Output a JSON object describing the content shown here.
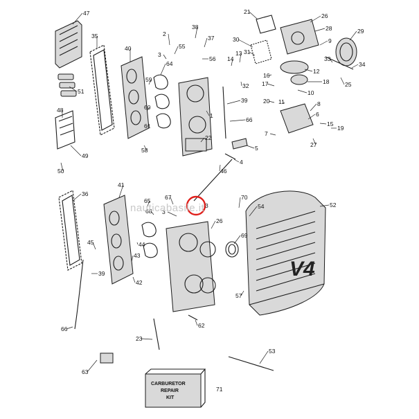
{
  "diagram": {
    "watermark": "nauticabasile.it",
    "cover_badge": "V4",
    "kit_box": {
      "line1": "CARBURETOR",
      "line2": "REPAIR",
      "line3": "KIT",
      "ref": "71"
    },
    "highlight_ref": "3",
    "callouts": [
      {
        "id": "47"
      },
      {
        "id": "35"
      },
      {
        "id": "40"
      },
      {
        "id": "2"
      },
      {
        "id": "38"
      },
      {
        "id": "55"
      },
      {
        "id": "37"
      },
      {
        "id": "3a"
      },
      {
        "id": "56"
      },
      {
        "id": "64"
      },
      {
        "id": "59"
      },
      {
        "id": "51"
      },
      {
        "id": "48"
      },
      {
        "id": "60"
      },
      {
        "id": "61"
      },
      {
        "id": "1"
      },
      {
        "id": "39a"
      },
      {
        "id": "22"
      },
      {
        "id": "66a"
      },
      {
        "id": "49"
      },
      {
        "id": "58"
      },
      {
        "id": "50"
      },
      {
        "id": "5"
      },
      {
        "id": "4"
      },
      {
        "id": "21"
      },
      {
        "id": "26"
      },
      {
        "id": "30"
      },
      {
        "id": "31"
      },
      {
        "id": "28"
      },
      {
        "id": "29"
      },
      {
        "id": "9"
      },
      {
        "id": "33"
      },
      {
        "id": "13"
      },
      {
        "id": "14"
      },
      {
        "id": "16"
      },
      {
        "id": "12"
      },
      {
        "id": "34"
      },
      {
        "id": "32"
      },
      {
        "id": "17"
      },
      {
        "id": "18"
      },
      {
        "id": "25"
      },
      {
        "id": "10"
      },
      {
        "id": "20"
      },
      {
        "id": "11"
      },
      {
        "id": "8"
      },
      {
        "id": "6"
      },
      {
        "id": "7"
      },
      {
        "id": "15"
      },
      {
        "id": "19"
      },
      {
        "id": "27"
      },
      {
        "id": "46"
      },
      {
        "id": "36"
      },
      {
        "id": "41"
      },
      {
        "id": "65"
      },
      {
        "id": "67"
      },
      {
        "id": "68"
      },
      {
        "id": "3b"
      },
      {
        "id": "70"
      },
      {
        "id": "69"
      },
      {
        "id": "52"
      },
      {
        "id": "54"
      },
      {
        "id": "26b"
      },
      {
        "id": "45"
      },
      {
        "id": "44"
      },
      {
        "id": "43"
      },
      {
        "id": "39b"
      },
      {
        "id": "42"
      },
      {
        "id": "57"
      },
      {
        "id": "62"
      },
      {
        "id": "66b"
      },
      {
        "id": "23"
      },
      {
        "id": "53"
      },
      {
        "id": "63"
      }
    ],
    "labels": {
      "47": "47",
      "35": "35",
      "40": "40",
      "2": "2",
      "38": "38",
      "55": "55",
      "37": "37",
      "3a": "3",
      "56": "56",
      "64": "64",
      "59": "59",
      "51": "51",
      "48": "48",
      "60": "60",
      "61": "61",
      "1": "1",
      "39a": "39",
      "22": "22",
      "66a": "66",
      "49": "49",
      "58": "58",
      "50": "50",
      "5": "5",
      "4": "4",
      "21": "21",
      "26": "26",
      "30": "30",
      "31": "31",
      "28": "28",
      "29": "29",
      "9": "9",
      "33": "33",
      "13": "13",
      "14": "14",
      "16": "16",
      "12": "12",
      "34": "34",
      "32": "32",
      "17": "17",
      "18": "18",
      "25": "25",
      "10": "10",
      "20": "20",
      "11": "11",
      "8": "8",
      "6": "6",
      "7": "7",
      "15": "15",
      "19": "19",
      "27": "27",
      "46": "46",
      "36": "36",
      "41": "41",
      "65": "65",
      "67": "67",
      "68": "68",
      "3b": "3",
      "70": "70",
      "69": "69",
      "52": "52",
      "54": "54",
      "26b": "26",
      "45": "45",
      "44": "44",
      "43": "43",
      "39b": "39",
      "42": "42",
      "57": "57",
      "62": "62",
      "66b": "66",
      "23": "23",
      "53": "53",
      "63": "63"
    }
  }
}
